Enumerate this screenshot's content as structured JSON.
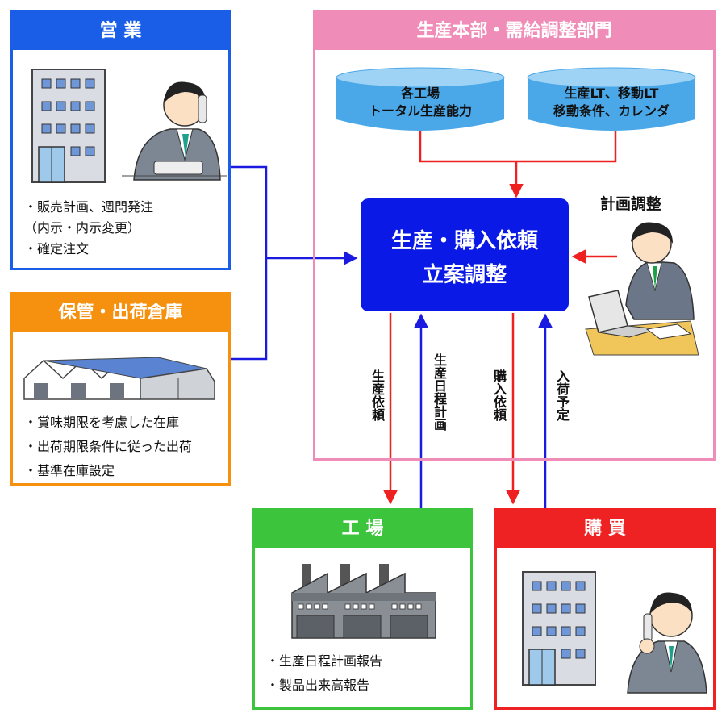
{
  "colors": {
    "sales": "#1a5ee8",
    "warehouse": "#f6900f",
    "hq": "#f08cb8",
    "factory": "#3cc43c",
    "purchasing": "#ee2222",
    "central": "#0a19e6",
    "arrow_red": "#ee2020",
    "arrow_blue": "#1a1ae0",
    "db": "#4aa8e8"
  },
  "sales": {
    "title": "営 業",
    "items": [
      "・販売計画、週間発注",
      "（内示・内示変更）",
      "・確定注文"
    ]
  },
  "warehouse": {
    "title": "保管・出荷倉庫",
    "items": [
      "・賞味期限を考慮した在庫",
      "・出荷期限条件に従った出荷",
      "・基準在庫設定"
    ]
  },
  "hq": {
    "title": "生産本部・需給調整部門",
    "db1": [
      "各工場",
      "トータル生産能力"
    ],
    "db2": [
      "生産LT、移動LT",
      "移動条件、カレンダ"
    ],
    "central": [
      "生産・購入依頼",
      "立案調整"
    ],
    "planner_label": "計画調整"
  },
  "flows": {
    "production_request": "生産依頼",
    "production_schedule": "生産日程計画",
    "purchase_request": "購入依頼",
    "arrival_plan": "入荷予定"
  },
  "factory": {
    "title": "工 場",
    "items": [
      "・生産日程計画報告",
      "・製品出来高報告"
    ]
  },
  "purchasing": {
    "title": "購 買"
  }
}
